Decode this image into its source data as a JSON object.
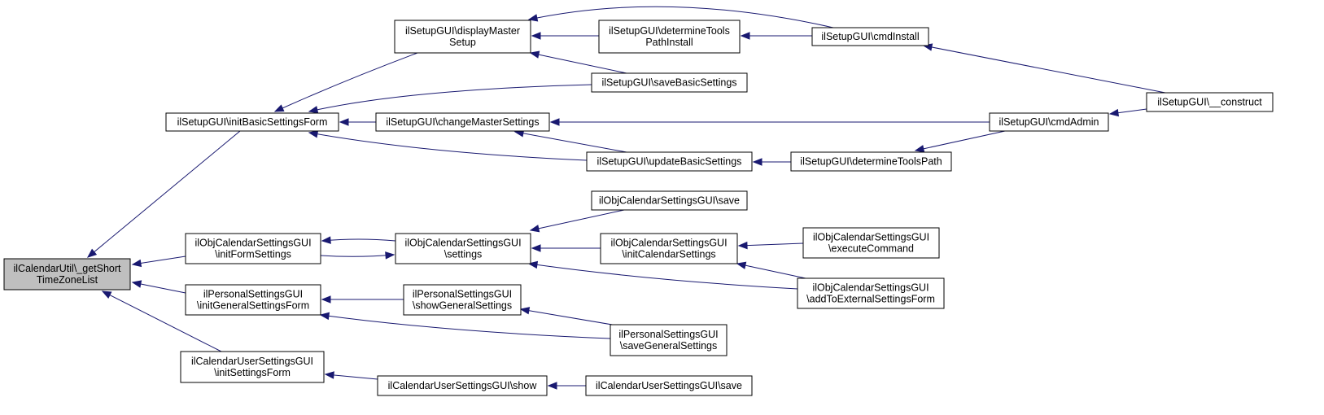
{
  "diagram": {
    "colors": {
      "edge": "#191970",
      "root_fill": "#bfbfbf",
      "node_fill": "#ffffff",
      "border": "#000000"
    },
    "nodes": [
      {
        "id": "root",
        "lines": [
          "ilCalendarUtil\\_getShort",
          "TimeZoneList"
        ],
        "root": true
      },
      {
        "id": "n_ibsf",
        "lines": [
          "ilSetupGUI\\initBasicSettingsForm"
        ]
      },
      {
        "id": "n_dms",
        "lines": [
          "ilSetupGUI\\displayMaster",
          "Setup"
        ]
      },
      {
        "id": "n_dtpi",
        "lines": [
          "ilSetupGUI\\determineTools",
          "PathInstall"
        ]
      },
      {
        "id": "n_ci",
        "lines": [
          "ilSetupGUI\\cmdInstall"
        ]
      },
      {
        "id": "n_con",
        "lines": [
          "ilSetupGUI\\__construct"
        ]
      },
      {
        "id": "n_sbs",
        "lines": [
          "ilSetupGUI\\saveBasicSettings"
        ]
      },
      {
        "id": "n_cms",
        "lines": [
          "ilSetupGUI\\changeMasterSettings"
        ]
      },
      {
        "id": "n_ca",
        "lines": [
          "ilSetupGUI\\cmdAdmin"
        ]
      },
      {
        "id": "n_ubs",
        "lines": [
          "ilSetupGUI\\updateBasicSettings"
        ]
      },
      {
        "id": "n_dtp",
        "lines": [
          "ilSetupGUI\\determineToolsPath"
        ]
      },
      {
        "id": "n_ocs_ifs",
        "lines": [
          "ilObjCalendarSettingsGUI",
          "\\initFormSettings"
        ]
      },
      {
        "id": "n_ocs_set",
        "lines": [
          "ilObjCalendarSettingsGUI",
          "\\settings"
        ]
      },
      {
        "id": "n_ocs_save",
        "lines": [
          "ilObjCalendarSettingsGUI\\save"
        ]
      },
      {
        "id": "n_ocs_ics",
        "lines": [
          "ilObjCalendarSettingsGUI",
          "\\initCalendarSettings"
        ]
      },
      {
        "id": "n_ocs_ec",
        "lines": [
          "ilObjCalendarSettingsGUI",
          "\\executeCommand"
        ]
      },
      {
        "id": "n_ocs_aes",
        "lines": [
          "ilObjCalendarSettingsGUI",
          "\\addToExternalSettingsForm"
        ]
      },
      {
        "id": "n_ps_igs",
        "lines": [
          "ilPersonalSettingsGUI",
          "\\initGeneralSettingsForm"
        ]
      },
      {
        "id": "n_ps_sgs",
        "lines": [
          "ilPersonalSettingsGUI",
          "\\showGeneralSettings"
        ]
      },
      {
        "id": "n_ps_save",
        "lines": [
          "ilPersonalSettingsGUI",
          "\\saveGeneralSettings"
        ]
      },
      {
        "id": "n_cus_isf",
        "lines": [
          "ilCalendarUserSettingsGUI",
          "\\initSettingsForm"
        ]
      },
      {
        "id": "n_cus_show",
        "lines": [
          "ilCalendarUserSettingsGUI\\show"
        ]
      },
      {
        "id": "n_cus_save",
        "lines": [
          "ilCalendarUserSettingsGUI\\save"
        ]
      }
    ]
  }
}
